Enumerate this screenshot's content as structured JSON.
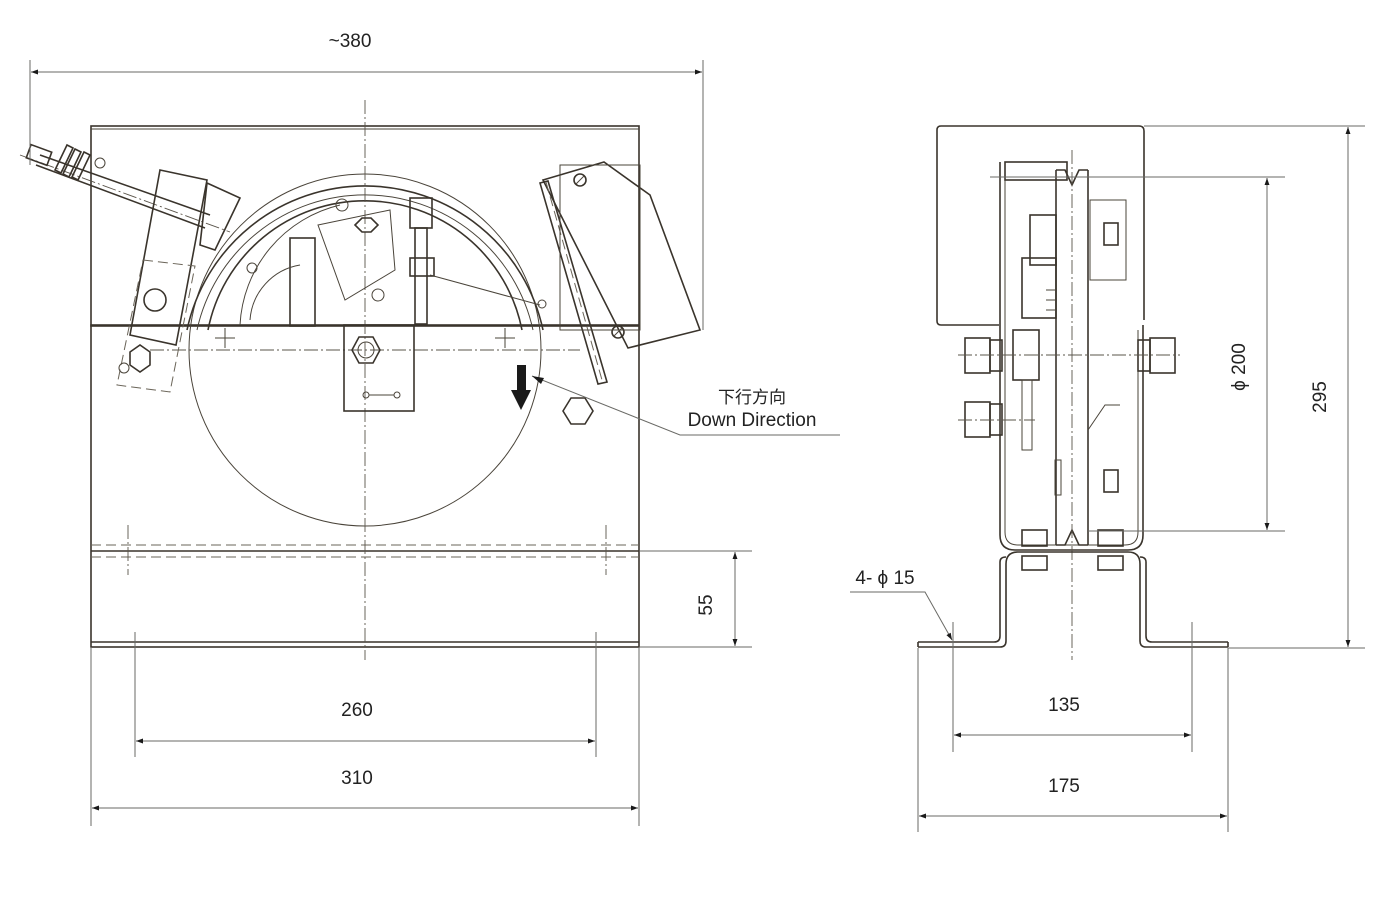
{
  "drawing": {
    "front_view": {
      "overall_width_label": "~380",
      "base_width_label": "310",
      "hole_spacing_label": "260",
      "base_height_label": "55",
      "direction_label_cn": "下行方向",
      "direction_label_en": "Down Direction"
    },
    "side_view": {
      "sheave_diameter_label": "ϕ 200",
      "overall_height_label": "295",
      "holes_label": "4- ϕ 15",
      "hole_spacing_label": "135",
      "base_width_label": "175"
    },
    "colors": {
      "line": "#3a342c",
      "dimension": "#6a6a66",
      "arrow": "#1a1a1a",
      "background": "#ffffff"
    }
  }
}
